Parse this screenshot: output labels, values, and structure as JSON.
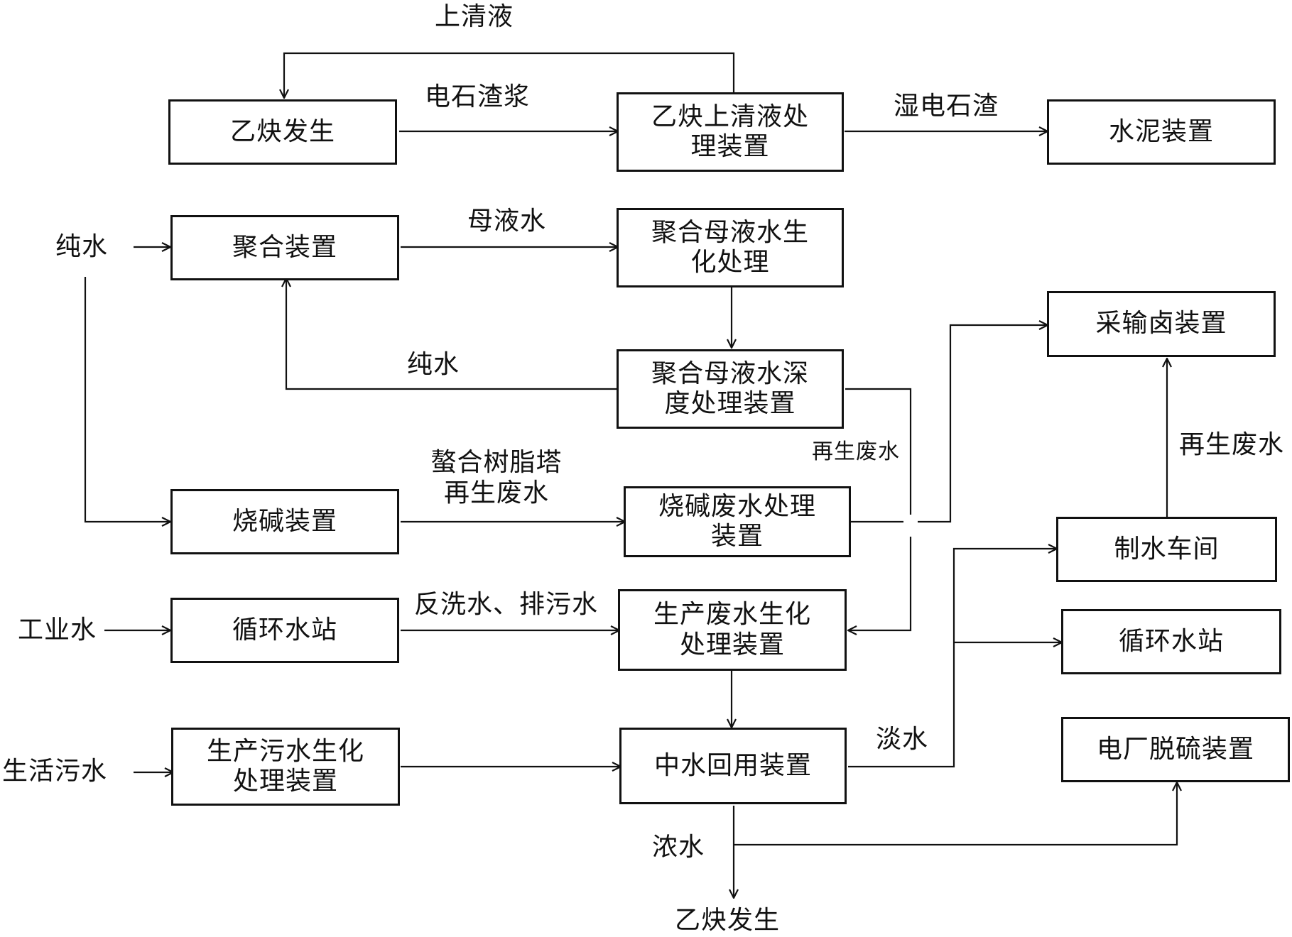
{
  "nodes": {
    "acetylene_gen": "乙炔发生",
    "acetylene_clear": "乙炔上清液处\n理装置",
    "cement": "水泥装置",
    "polymerization": "聚合装置",
    "poly_bio": "聚合母液水生\n化处理",
    "poly_deep": "聚合母液水深\n度处理装置",
    "caustic": "烧碱装置",
    "caustic_ww": "烧碱废水处理\n装置",
    "circ_station_left": "循环水站",
    "prod_ww_bio": "生产废水生化\n处理装置",
    "sewage_bio": "生产污水生化\n处理装置",
    "reclaim": "中水回用装置",
    "brine": "采输卤装置",
    "water_plant": "制水车间",
    "circ_station_right": "循环水站",
    "desulf": "电厂脱硫装置"
  },
  "labels": {
    "supernatant": "上清液",
    "carbide_slurry": "电石渣浆",
    "wet_carbide_slag": "湿电石渣",
    "pure_water_in": "纯水",
    "mother_liquor": "母液水",
    "pure_water_return": "纯水",
    "regen_ww_mid": "再生废水",
    "chelate_regen": "螯合树脂塔\n再生废水",
    "regen_ww_right": "再生废水",
    "industrial_water": "工业水",
    "backwash": "反洗水、排污水",
    "domestic_sewage": "生活污水",
    "fresh_water": "淡水",
    "concentrate": "浓水",
    "acetylene_bottom": "乙炔发生"
  }
}
